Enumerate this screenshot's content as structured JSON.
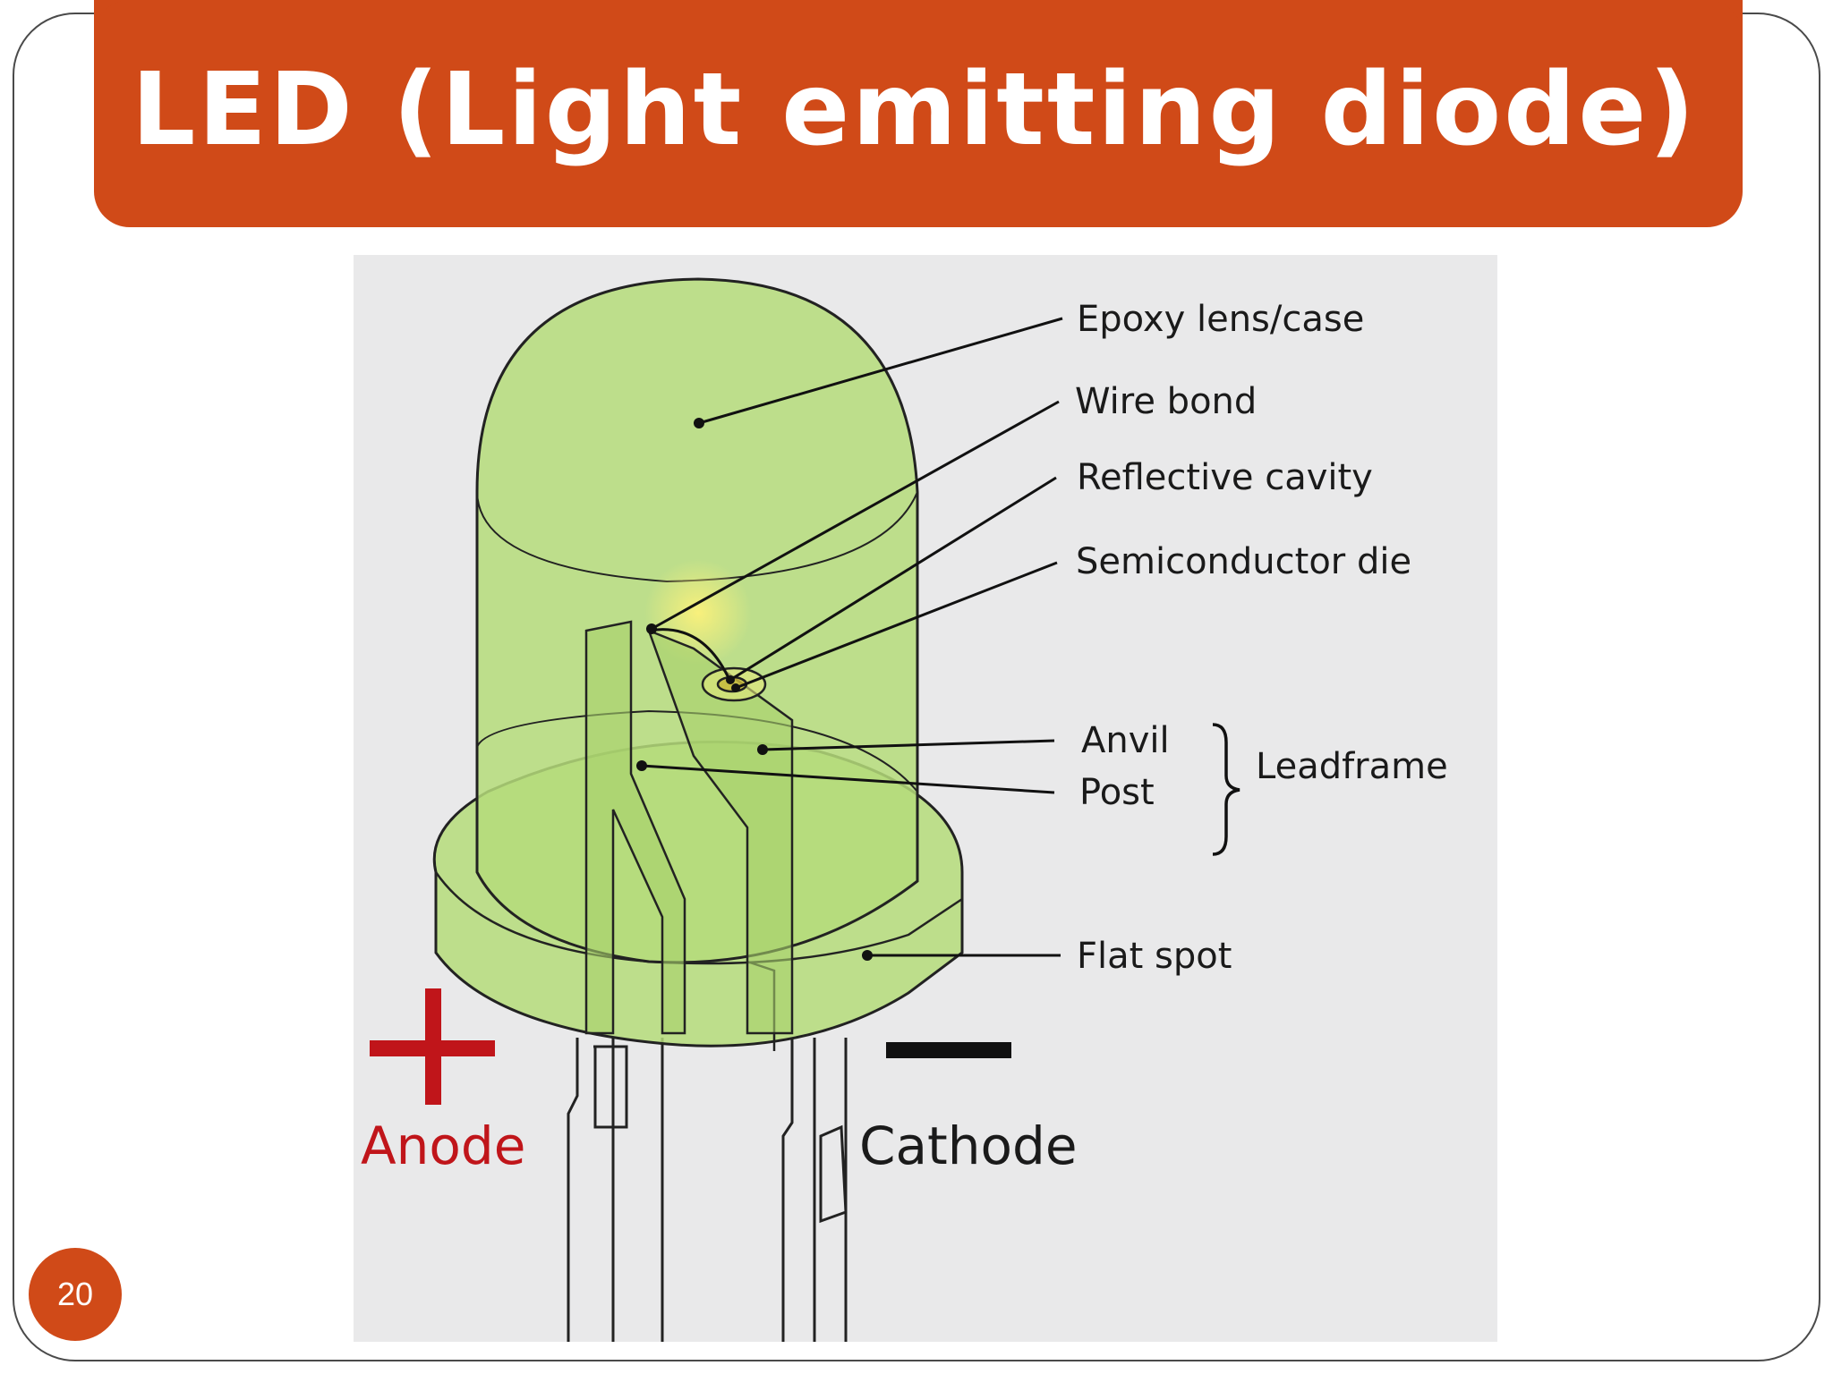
{
  "slide": {
    "title": "LED (Light emitting diode)",
    "page_number": "20"
  },
  "diagram": {
    "labels": {
      "epoxy": "Epoxy lens/case",
      "wire_bond": "Wire bond",
      "reflective_cavity": "Reflective cavity",
      "semiconductor_die": "Semiconductor die",
      "anvil": "Anvil",
      "post": "Post",
      "leadframe": "Leadframe",
      "flat_spot": "Flat spot",
      "anode": "Anode",
      "cathode": "Cathode"
    },
    "colors": {
      "title_bar": "#d04a18",
      "lens_fill": "#b5dc7a",
      "anode_red": "#c0151a",
      "cathode_black": "#111111",
      "panel_bg": "#e9e9ea"
    }
  }
}
